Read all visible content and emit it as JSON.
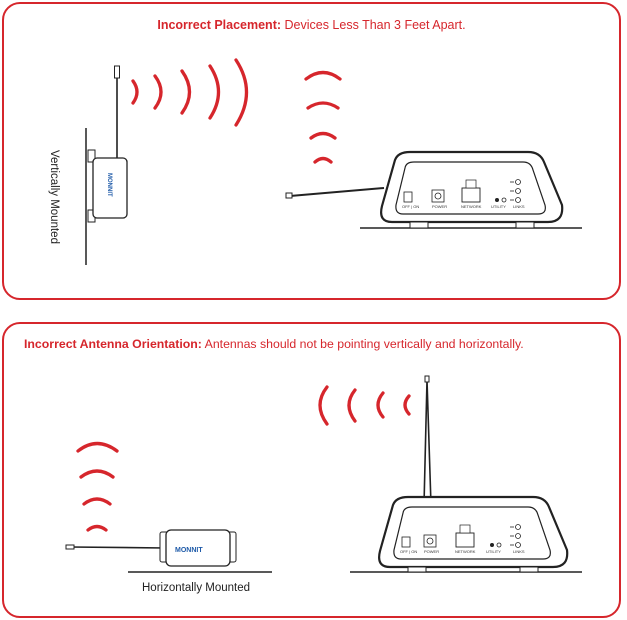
{
  "top_panel": {
    "heading_bold": "Incorrect Placement:",
    "heading_rest": " Devices Less Than 3 Feet Apart.",
    "sensor_caption": "Vertically Mounted"
  },
  "bottom_panel": {
    "heading_bold": "Incorrect Antenna Orientation:",
    "heading_rest": " Antennas should not be pointing vertically and horizontally.",
    "sensor_caption": "Horizontally Mounted"
  },
  "sensor": {
    "logo": "MONNIT"
  },
  "gateway": {
    "port_labels": [
      "OFF | ON",
      "POWER",
      "NETWORK",
      "UTILITY",
      "LINKS"
    ]
  },
  "colors": {
    "accent": "#d6262c",
    "logo": "#1e5aa8",
    "line": "#222222"
  },
  "icons": [
    "wifi-signal-icon",
    "ethernet-port-icon",
    "power-jack-icon",
    "status-led-icon"
  ]
}
